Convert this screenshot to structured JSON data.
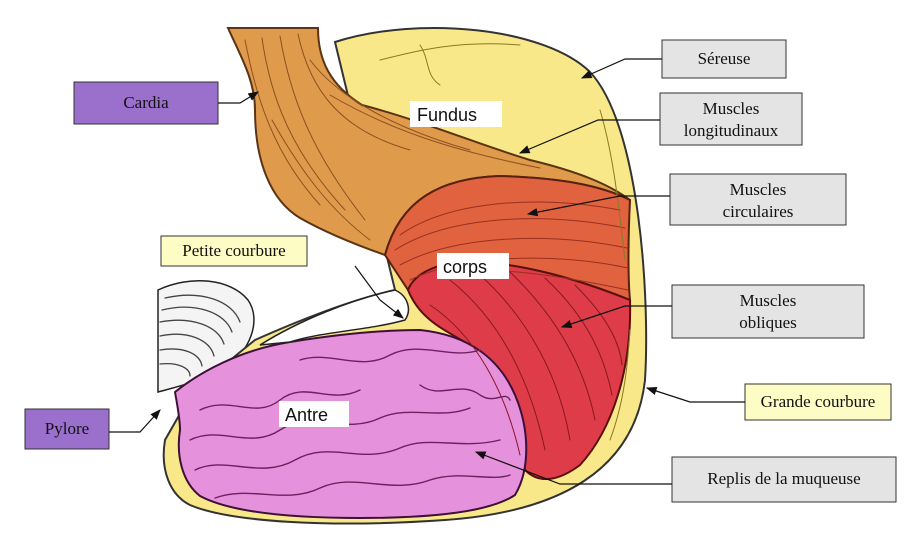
{
  "colors": {
    "serosa": "#f8e88a",
    "longitudinal": "#e09a4c",
    "circular": "#e0623e",
    "oblique": "#dd3c48",
    "mucosa": "#e591dc",
    "purple_box": "#9b6fcc",
    "yellow_box": "#fcfcc4",
    "gray_box": "#e4e4e4"
  },
  "regions": {
    "fundus": "Fundus",
    "corps": "corps",
    "antre": "Antre"
  },
  "labels": {
    "cardia": "Cardia",
    "pylore": "Pylore",
    "petite_courbure": "Petite courbure",
    "grande_courbure": "Grande courbure",
    "sereuse": "Séreuse",
    "muscles_longitudinaux": [
      "Muscles",
      "longitudinaux"
    ],
    "muscles_circulaires": [
      "Muscles",
      "circulaires"
    ],
    "muscles_obliques": [
      "Muscles",
      "obliques"
    ],
    "replis": "Replis de la muqueuse"
  }
}
